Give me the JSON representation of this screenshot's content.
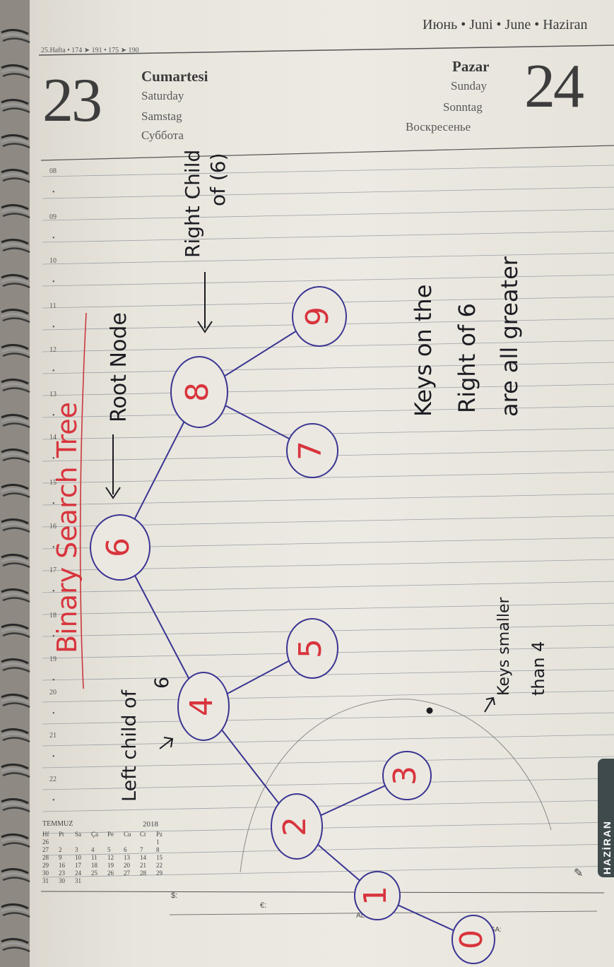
{
  "header": {
    "months": "Июнь • Juni • June • Haziran",
    "week_info": "25.Hafta  • 174 ➤ 191   • 175 ➤ 190"
  },
  "left_day": {
    "number": "23",
    "names": [
      "Cumartesi",
      "Saturday",
      "Samstag",
      "Суббота"
    ]
  },
  "right_day": {
    "number": "24",
    "names": [
      "Pazar",
      "Sunday",
      "Sonntag",
      "Воскресенье"
    ]
  },
  "hours": [
    "08",
    "09",
    "10",
    "11",
    "12",
    "13",
    "14",
    "15",
    "16",
    "17",
    "18",
    "19",
    "20",
    "21",
    "22"
  ],
  "calendar": {
    "month": "TEMMUZ",
    "year": "2018",
    "days": [
      "Hf",
      "Pt",
      "Sa",
      "Ça",
      "Pe",
      "Cu",
      "Ct",
      "Pz"
    ],
    "rows": [
      [
        "26",
        "",
        "",
        "",
        "",
        "",
        "",
        "1"
      ],
      [
        "27",
        "2",
        "3",
        "4",
        "5",
        "6",
        "7",
        "8"
      ],
      [
        "28",
        "9",
        "10",
        "11",
        "12",
        "13",
        "14",
        "15"
      ],
      [
        "29",
        "16",
        "17",
        "18",
        "19",
        "20",
        "21",
        "22"
      ],
      [
        "30",
        "23",
        "24",
        "25",
        "26",
        "27",
        "28",
        "29"
      ],
      [
        "31",
        "30",
        "31",
        "",
        "",
        "",
        "",
        ""
      ]
    ]
  },
  "footer": {
    "dollar": "$:",
    "euro": "€:",
    "gold": "ALTIN:",
    "borsa": "BORSA:",
    "tab_label": "HAZİRAN"
  },
  "notes": {
    "title": "Binary Search Tree",
    "root_label": "Root Node",
    "right_child_line1": "Right Child",
    "right_child_line2": "of (6)",
    "left_child_line1": "Left child of",
    "left_child_line2": "6",
    "keys_right_line1": "Keys on the",
    "keys_right_line2": "Right of 6",
    "keys_right_line3": "are all greater",
    "keys_left_line1": "Keys smaller",
    "keys_left_line2": "than 4"
  },
  "tree": {
    "node_color": "#3a3592",
    "digit_color": "#d8343d",
    "nodes": [
      {
        "id": "n6",
        "value": "6"
      },
      {
        "id": "n8",
        "value": "8"
      },
      {
        "id": "n9",
        "value": "9"
      },
      {
        "id": "n7",
        "value": "7"
      },
      {
        "id": "n4",
        "value": "4"
      },
      {
        "id": "n5",
        "value": "5"
      },
      {
        "id": "n2",
        "value": "2"
      },
      {
        "id": "n3",
        "value": "3"
      },
      {
        "id": "n1",
        "value": "1"
      },
      {
        "id": "n0",
        "value": "0"
      }
    ],
    "edges": [
      [
        "n6",
        "n8"
      ],
      [
        "n8",
        "n9"
      ],
      [
        "n8",
        "n7"
      ],
      [
        "n6",
        "n4"
      ],
      [
        "n4",
        "n5"
      ],
      [
        "n4",
        "n2"
      ],
      [
        "n2",
        "n3"
      ],
      [
        "n2",
        "n1"
      ],
      [
        "n1",
        "n0"
      ]
    ]
  }
}
